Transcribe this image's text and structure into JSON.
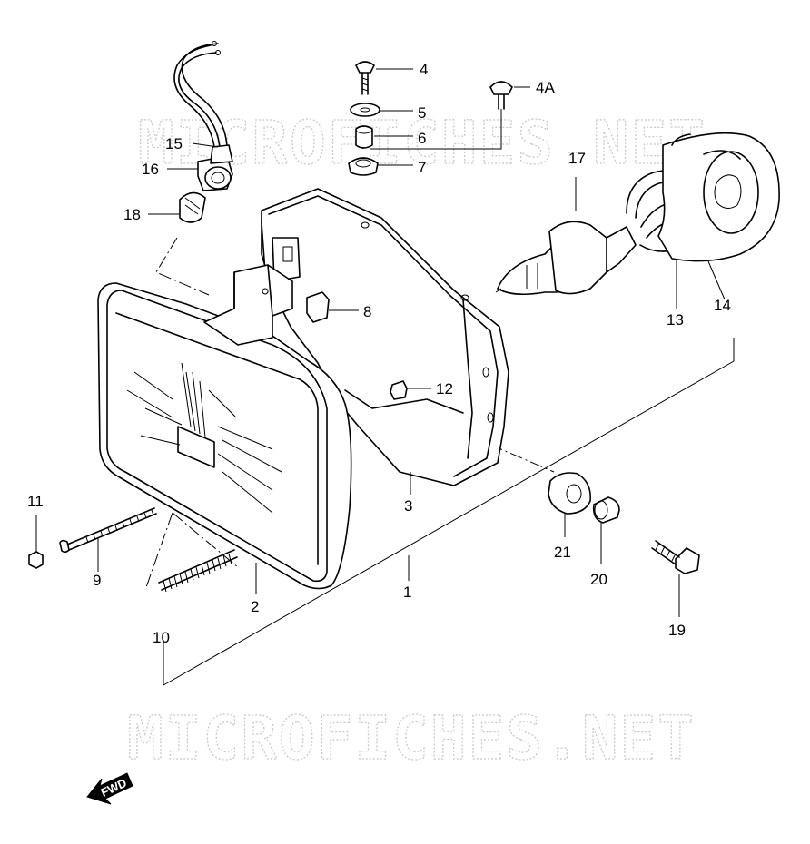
{
  "watermark": "MICROFICHES.NET",
  "fwd_arrow_label": "FWD",
  "parts": {
    "p1": "1",
    "p2": "2",
    "p3": "3",
    "p4": "4",
    "p4a": "4A",
    "p5": "5",
    "p6": "6",
    "p7": "7",
    "p8": "8",
    "p9": "9",
    "p10": "10",
    "p11": "11",
    "p12": "12",
    "p13": "13",
    "p14": "14",
    "p15": "15",
    "p16": "16",
    "p17": "17",
    "p18": "18",
    "p19": "19",
    "p20": "20",
    "p21": "21"
  }
}
